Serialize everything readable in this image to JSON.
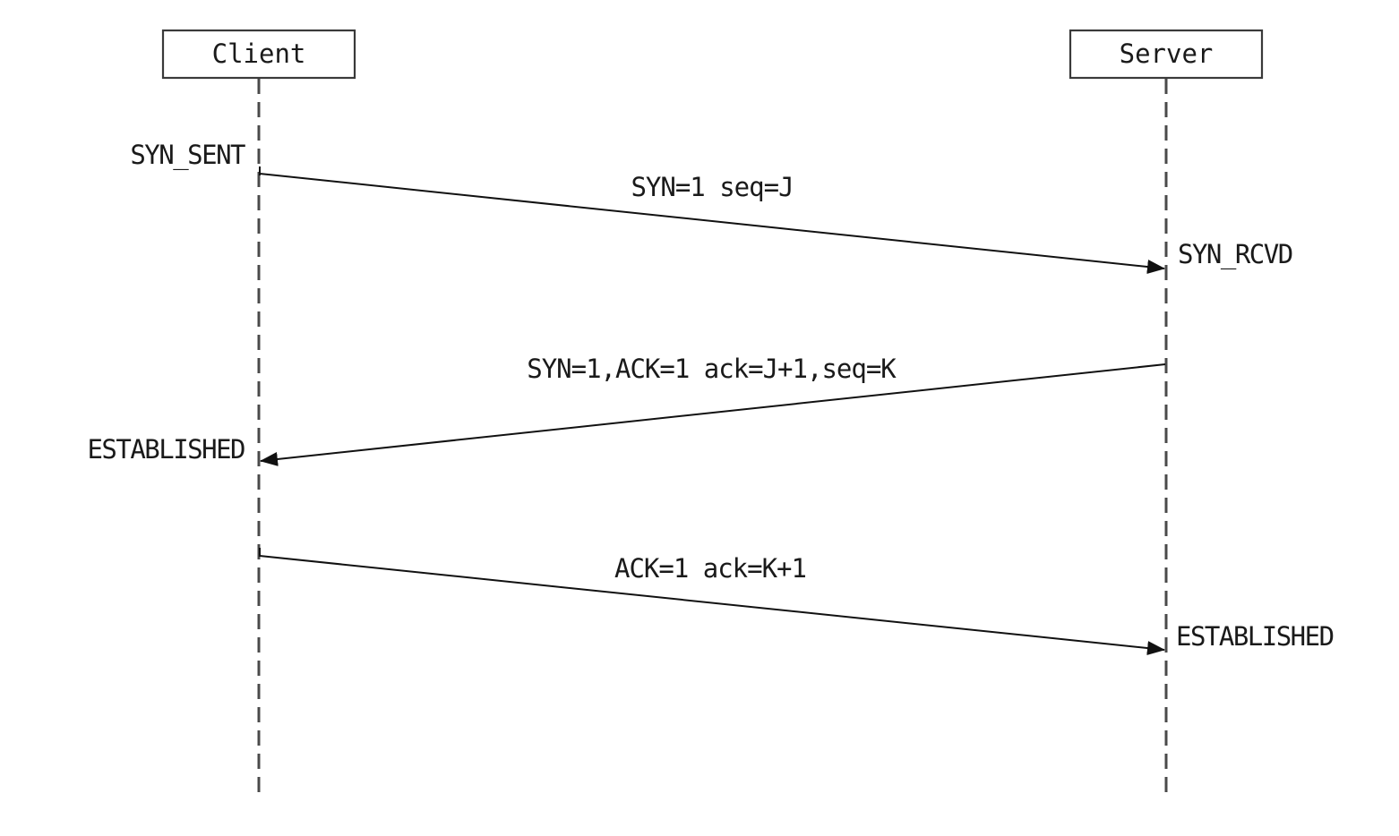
{
  "diagram": {
    "actors": {
      "client": {
        "label": "Client"
      },
      "server": {
        "label": "Server"
      }
    },
    "messages": [
      {
        "label": "SYN=1 seq=J",
        "from": "client",
        "to": "server"
      },
      {
        "label": "SYN=1,ACK=1 ack=J+1,seq=K",
        "from": "server",
        "to": "client"
      },
      {
        "label": "ACK=1 ack=K+1",
        "from": "client",
        "to": "server"
      }
    ],
    "states": {
      "client_syn_sent": "SYN_SENT",
      "server_syn_rcvd": "SYN_RCVD",
      "client_established": "ESTABLISHED",
      "server_established": "ESTABLISHED"
    }
  },
  "colors": {
    "line": "#111111",
    "lifeline": "#4a4a4a",
    "text": "#1a1a1a",
    "background": "#ffffff"
  }
}
